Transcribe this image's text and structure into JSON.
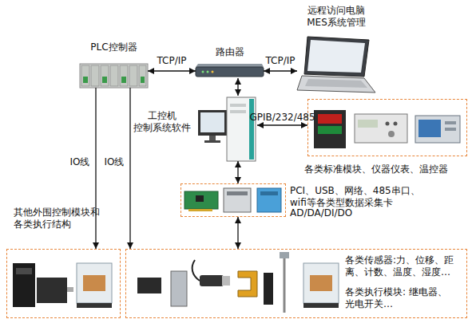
{
  "diagram": {
    "nodes": [
      {
        "text": [
          "PLC控制器"
        ]
      },
      {
        "text": [
          "路由器"
        ]
      },
      {
        "text": [
          "远程访问电脑 MES系统管理"
        ]
      },
      {
        "text": [
          "工控机 控制系统软件"
        ]
      },
      {
        "text": [
          "各类标准模块、仪器仪表、温控器"
        ]
      },
      {
        "text": [
          "PCI、USB、网络、485串口、 wifi等各类型数据采集卡",
          "AD/DA/DI/DO"
        ]
      },
      {
        "text": [
          "其他外围控制模块和 各类执行结构"
        ]
      },
      {
        "text": [
          "各类传感器:力、位移、距离、计数、温度、湿度…",
          "各类执行模块: 继电器、光电开关…"
        ]
      }
    ],
    "edges": [
      {
        "from": 0,
        "to": 1,
        "label": "TCP/IP",
        "arrow": "both"
      },
      {
        "from": 1,
        "to": 2,
        "label": "TCP/IP",
        "arrow": "both"
      },
      {
        "from": 1,
        "to": 3,
        "arrow": "both"
      },
      {
        "from": 3,
        "to": 4,
        "label": "GPIB/232/485",
        "arrow": "both"
      },
      {
        "from": 3,
        "to": 5,
        "arrow": "both"
      },
      {
        "from": 5,
        "to": 7,
        "arrow": "both"
      },
      {
        "from": 0,
        "to": 6,
        "label": "IO线",
        "arrow": "to"
      },
      {
        "from": 0,
        "to": 7,
        "label": "IO线",
        "arrow": "to"
      }
    ]
  }
}
